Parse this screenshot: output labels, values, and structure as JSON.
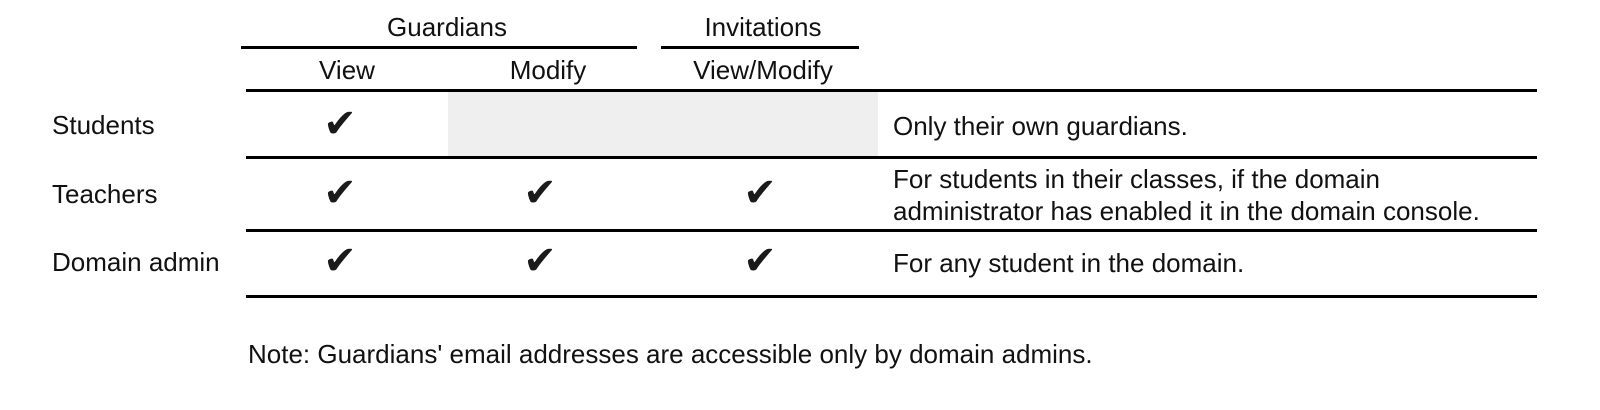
{
  "table": {
    "group_headers": [
      {
        "id": "guardians",
        "label": "Guardians"
      },
      {
        "id": "invitations",
        "label": "Invitations"
      }
    ],
    "column_headers": [
      {
        "id": "view",
        "label": "View",
        "group": "Guardians"
      },
      {
        "id": "modify",
        "label": "Modify",
        "group": "Guardians"
      },
      {
        "id": "view-modify",
        "label": "View/Modify",
        "group": "Invitations"
      }
    ],
    "check_glyph": "✔",
    "rows": [
      {
        "id": "students",
        "label": "Students",
        "guardians_view": true,
        "guardians_modify": false,
        "guardians_modify_shaded": true,
        "invitations_view_modify": false,
        "invitations_shaded": true,
        "notes": "Only their own guardians."
      },
      {
        "id": "teachers",
        "label": "Teachers",
        "guardians_view": true,
        "guardians_modify": true,
        "guardians_modify_shaded": false,
        "invitations_view_modify": true,
        "invitations_shaded": false,
        "notes": "For students in their classes, if the domain administrator has enabled it in the domain console."
      },
      {
        "id": "domain-admin",
        "label": "Domain admin",
        "guardians_view": true,
        "guardians_modify": true,
        "guardians_modify_shaded": false,
        "invitations_view_modify": true,
        "invitations_shaded": false,
        "notes": "For any student in the domain."
      }
    ]
  },
  "footnote": "Note: Guardians' email addresses are accessible only by domain admins.",
  "colors": {
    "text": "#111111",
    "rule": "#000000",
    "shaded_cell": "#efefef",
    "background": "#ffffff",
    "check": "#1a1a1a"
  }
}
